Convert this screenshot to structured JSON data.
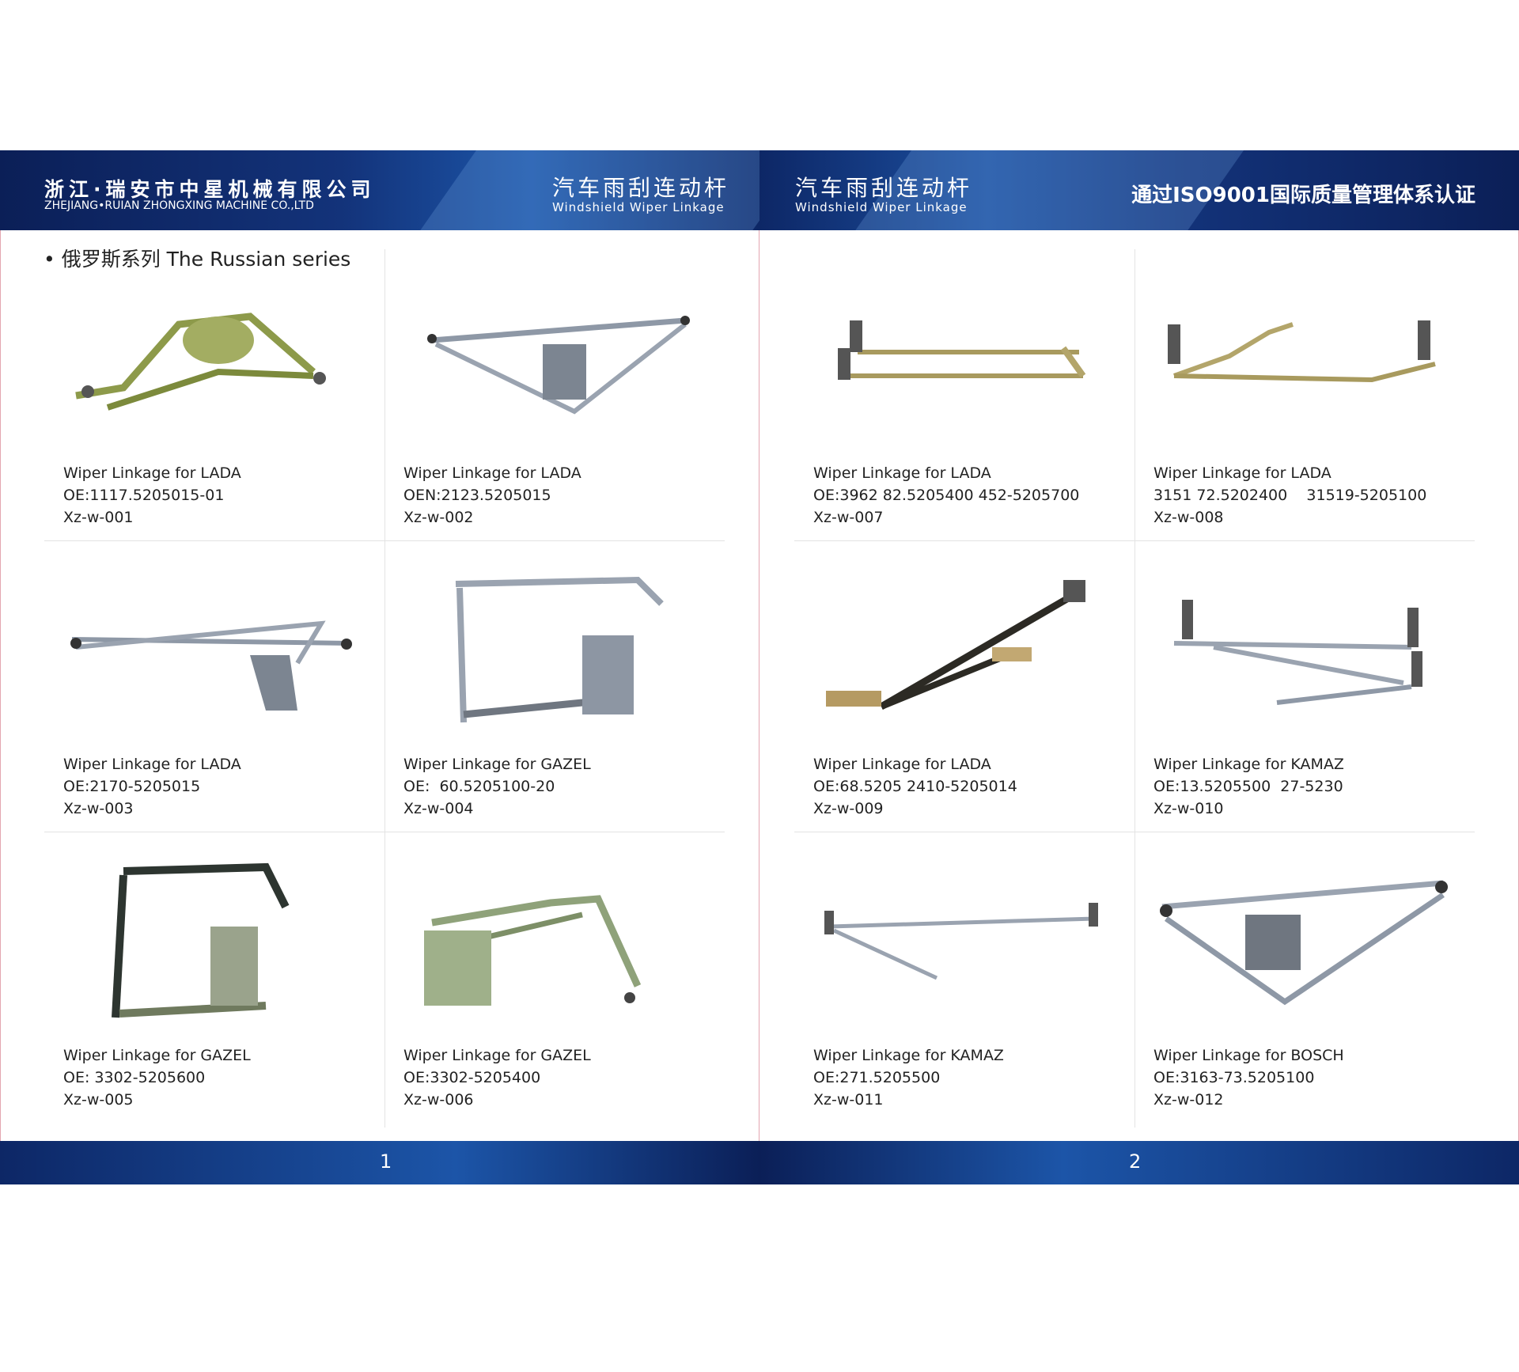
{
  "left_header": {
    "company_cn": "浙江·瑞安市中星机械有限公司",
    "company_en": "ZHEJIANG•RUIAN ZHONGXING MACHINE CO.,LTD",
    "product_cn": "汽车雨刮连动杆",
    "product_en": "Windshield  Wiper  Linkage"
  },
  "right_header": {
    "product_cn": "汽车雨刮连动杆",
    "product_en": "Windshield  Wiper  Linkage",
    "certification": "通过ISO9001国际质量管理体系认证"
  },
  "series_title": "• 俄罗斯系列 The Russian series",
  "products": [
    {
      "name": "Wiper Linkage for LADA",
      "oe": "OE:1117.5205015-01",
      "code": "Xz-w-001"
    },
    {
      "name": "Wiper Linkage for LADA",
      "oe": "OEN:2123.5205015",
      "code": "Xz-w-002"
    },
    {
      "name": "Wiper Linkage for LADA",
      "oe": "OE:2170-5205015",
      "code": "Xz-w-003"
    },
    {
      "name": "Wiper Linkage for GAZEL",
      "oe": "OE:  60.5205100-20",
      "code": "Xz-w-004"
    },
    {
      "name": "Wiper Linkage for GAZEL",
      "oe": "OE: 3302-5205600",
      "code": "Xz-w-005"
    },
    {
      "name": "Wiper Linkage for GAZEL",
      "oe": "OE:3302-5205400",
      "code": "Xz-w-006"
    },
    {
      "name": "Wiper Linkage for LADA",
      "oe": "OE:3962 82.5205400 452-5205700",
      "code": "Xz-w-007"
    },
    {
      "name": "Wiper Linkage for LADA",
      "oe": "3151 72.5202400    31519-5205100",
      "code": "Xz-w-008"
    },
    {
      "name": "Wiper Linkage for LADA",
      "oe": "OE:68.5205 2410-5205014",
      "code": "Xz-w-009"
    },
    {
      "name": "Wiper Linkage for KAMAZ",
      "oe": "OE:13.5205500  27-5230",
      "code": "Xz-w-010"
    },
    {
      "name": "Wiper Linkage for KAMAZ",
      "oe": "OE:271.5205500",
      "code": "Xz-w-011"
    },
    {
      "name": "Wiper Linkage for BOSCH",
      "oe": "OE:3163-73.5205100",
      "code": "Xz-w-012"
    }
  ],
  "page_numbers": {
    "left": "1",
    "right": "2"
  }
}
